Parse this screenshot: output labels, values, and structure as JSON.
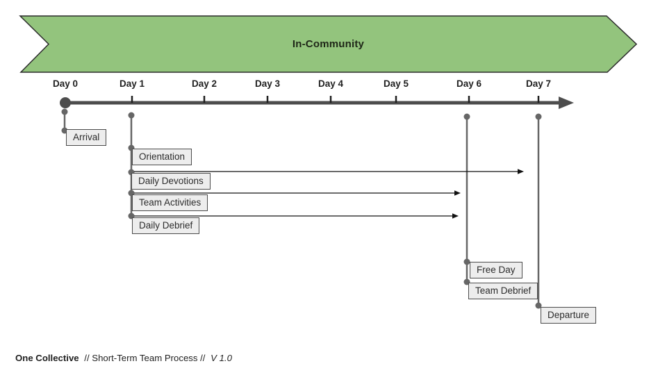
{
  "banner": {
    "title": "In-Community"
  },
  "timeline": {
    "day_labels": [
      "Day 0",
      "Day 1",
      "Day 2",
      "Day 3",
      "Day 4",
      "Day 5",
      "Day 6",
      "Day 7"
    ]
  },
  "events": {
    "arrival": "Arrival",
    "orientation": "Orientation",
    "daily_devotions": "Daily Devotions",
    "team_activities": "Team Activities",
    "daily_debrief": "Daily Debrief",
    "free_day": "Free Day",
    "team_debrief": "Team Debrief",
    "departure": "Departure"
  },
  "footer": {
    "brand": "One Collective",
    "middle": "// Short-Term Team Process //",
    "version": "V 1.0"
  },
  "colors": {
    "banner_green": "#93c47d",
    "banner_border": "#2b2b2b",
    "axis_gray": "#4d4d4d",
    "connector_gray": "#666666",
    "tick_black": "#1f1f1f",
    "box_fill": "#ededed",
    "box_border": "#4a4a4a",
    "arrow_black": "#111111"
  }
}
